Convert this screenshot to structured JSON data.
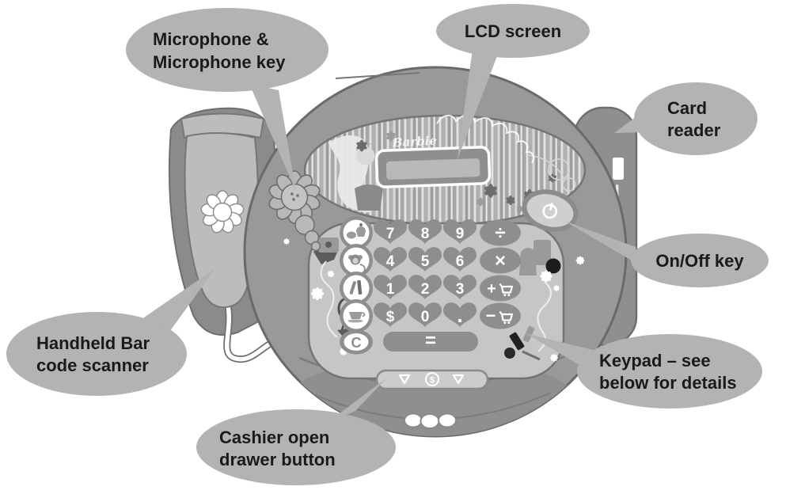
{
  "palette": {
    "background": "#ffffff",
    "callout_fill": "#b3b3b3",
    "callout_text": "#1a1a1a",
    "device_body": "#999999",
    "device_outline": "#6a6a6a",
    "keypad_panel": "#c6c6c6",
    "key_fill": "#8e8e8e",
    "key_glyph": "#ffffff",
    "lcd_screen": "#b9b9b9"
  },
  "device": {
    "brand": "Barbie",
    "keys": {
      "digits": [
        "7",
        "8",
        "9",
        "4",
        "5",
        "6",
        "1",
        "2",
        "3",
        "$",
        "0",
        "."
      ],
      "divide": "÷",
      "multiply": "×",
      "add_to_cart": "+",
      "remove_from_cart": "−",
      "equals": "=",
      "clear": "C",
      "drawer_dollar": "$"
    }
  },
  "callouts": {
    "microphone": {
      "label": "Microphone & Microphone key",
      "lines": [
        "Microphone &",
        "Microphone key"
      ]
    },
    "lcd": {
      "label": "LCD screen",
      "lines": [
        "LCD screen"
      ]
    },
    "card_reader": {
      "label": "Card reader",
      "lines": [
        "Card",
        "reader"
      ]
    },
    "on_off": {
      "label": "On/Off key",
      "lines": [
        "On/Off key"
      ]
    },
    "keypad": {
      "label": "Keypad – see below for details",
      "lines": [
        "Keypad – see",
        "below for details"
      ]
    },
    "cashier": {
      "label": "Cashier open drawer button",
      "lines": [
        "Cashier open",
        "drawer button"
      ]
    },
    "scanner": {
      "label": "Handheld Bar code scanner",
      "lines": [
        "Handheld Bar",
        "code scanner"
      ]
    }
  }
}
